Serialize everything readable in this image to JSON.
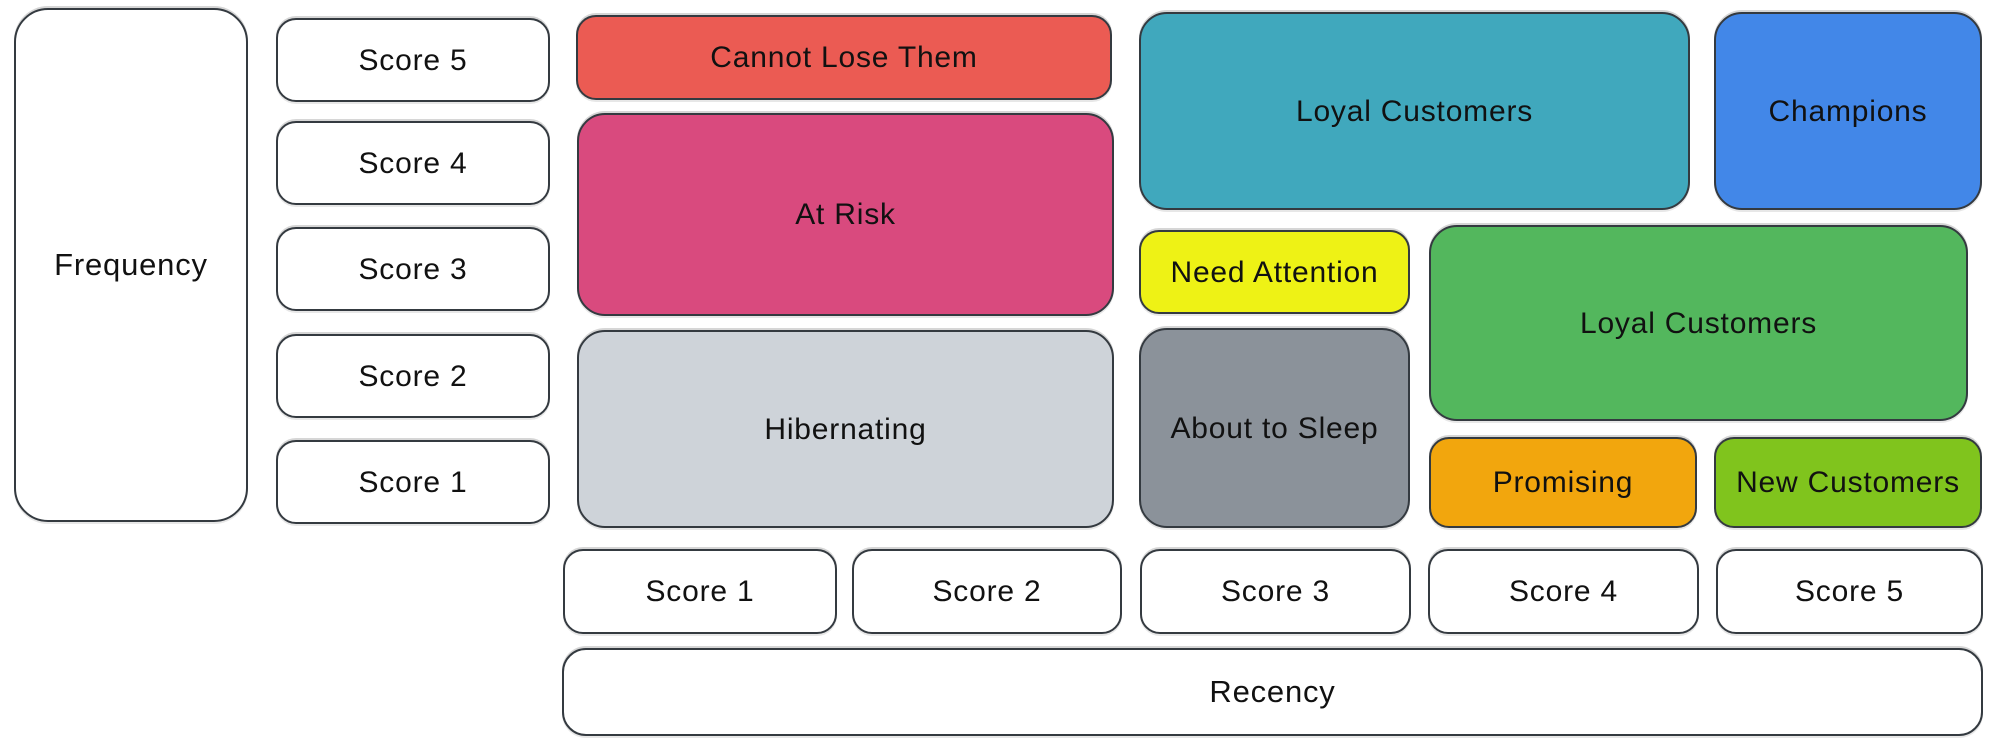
{
  "axes": {
    "frequency": {
      "label": "Frequency",
      "scores": [
        "Score 5",
        "Score 4",
        "Score 3",
        "Score 2",
        "Score 1"
      ]
    },
    "recency": {
      "label": "Recency",
      "scores": [
        "Score 1",
        "Score 2",
        "Score 3",
        "Score 4",
        "Score 5"
      ]
    }
  },
  "segments": [
    {
      "id": "cannot-lose-them",
      "label": "Cannot Lose Them",
      "color": "#eb5b53",
      "recency_scores": [
        1,
        2
      ],
      "frequency_scores": [
        5
      ]
    },
    {
      "id": "at-risk",
      "label": "At Risk",
      "color": "#d94a7e",
      "recency_scores": [
        1,
        2
      ],
      "frequency_scores": [
        3,
        4
      ]
    },
    {
      "id": "hibernating",
      "label": "Hibernating",
      "color": "#ced3d9",
      "recency_scores": [
        1,
        2
      ],
      "frequency_scores": [
        1,
        2
      ]
    },
    {
      "id": "loyal-customers-top",
      "label": "Loyal Customers",
      "color": "#40a8bd",
      "recency_scores": [
        3,
        4
      ],
      "frequency_scores": [
        4,
        5
      ]
    },
    {
      "id": "champions",
      "label": "Champions",
      "color": "#4287e8",
      "recency_scores": [
        5
      ],
      "frequency_scores": [
        4,
        5
      ]
    },
    {
      "id": "need-attention",
      "label": "Need Attention",
      "color": "#eef215",
      "recency_scores": [
        3
      ],
      "frequency_scores": [
        3
      ]
    },
    {
      "id": "loyal-customers-mid",
      "label": "Loyal Customers",
      "color": "#53b75d",
      "recency_scores": [
        4,
        5
      ],
      "frequency_scores": [
        2,
        3
      ]
    },
    {
      "id": "about-to-sleep",
      "label": "About to Sleep",
      "color": "#8b929a",
      "recency_scores": [
        3
      ],
      "frequency_scores": [
        1,
        2
      ]
    },
    {
      "id": "promising",
      "label": "Promising",
      "color": "#f2a60d",
      "recency_scores": [
        4
      ],
      "frequency_scores": [
        1
      ]
    },
    {
      "id": "new-customers",
      "label": "New Customers",
      "color": "#80c41d",
      "recency_scores": [
        5
      ],
      "frequency_scores": [
        1
      ]
    }
  ],
  "style": {
    "stroke_color": "#343a40",
    "text_color": "#111111",
    "background_color": "#ffffff"
  }
}
